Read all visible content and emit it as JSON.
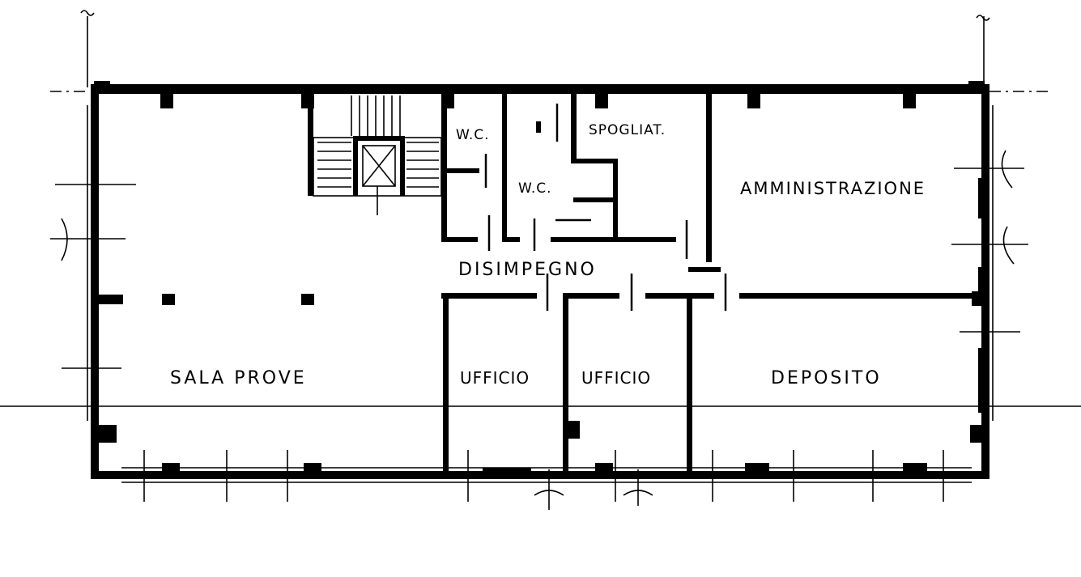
{
  "plan": {
    "rooms": {
      "wc_1": "W.C.",
      "wc_2": "W.C.",
      "spogliatoio": "SPOGLIAT.",
      "amministrazione": "AMMINISTRAZIONE",
      "disimpegno": "DISIMPEGNO",
      "sala_prove": "SALA PROVE",
      "ufficio_1": "UFFICIO",
      "ufficio_2": "UFFICIO",
      "deposito": "DEPOSITO"
    }
  }
}
